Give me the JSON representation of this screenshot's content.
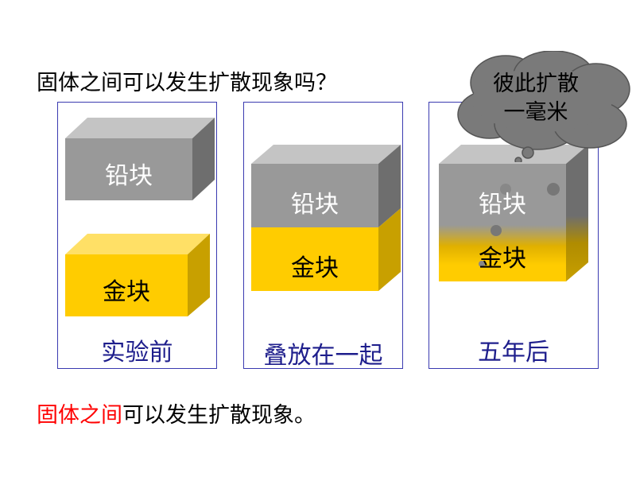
{
  "question": "固体之间可以发生扩散现象吗？",
  "panels": [
    {
      "caption": "实验前",
      "top_label": "铅块",
      "bottom_label": "金块"
    },
    {
      "caption": "叠放在一起",
      "top_label": "铅块",
      "bottom_label": "金块"
    },
    {
      "caption": "五年后",
      "top_label": "铅块",
      "bottom_label": "金块"
    }
  ],
  "cloud": {
    "line1": "彼此扩散",
    "line2": "一毫米"
  },
  "conclusion": {
    "highlight": "固体之间",
    "rest": "可以发生扩散现象。"
  },
  "colors": {
    "lead": "#999999",
    "gold": "#ffcc00",
    "frame": "#3a3ab0",
    "caption": "#1e1e8c",
    "cloud": "#7a7a7a"
  }
}
